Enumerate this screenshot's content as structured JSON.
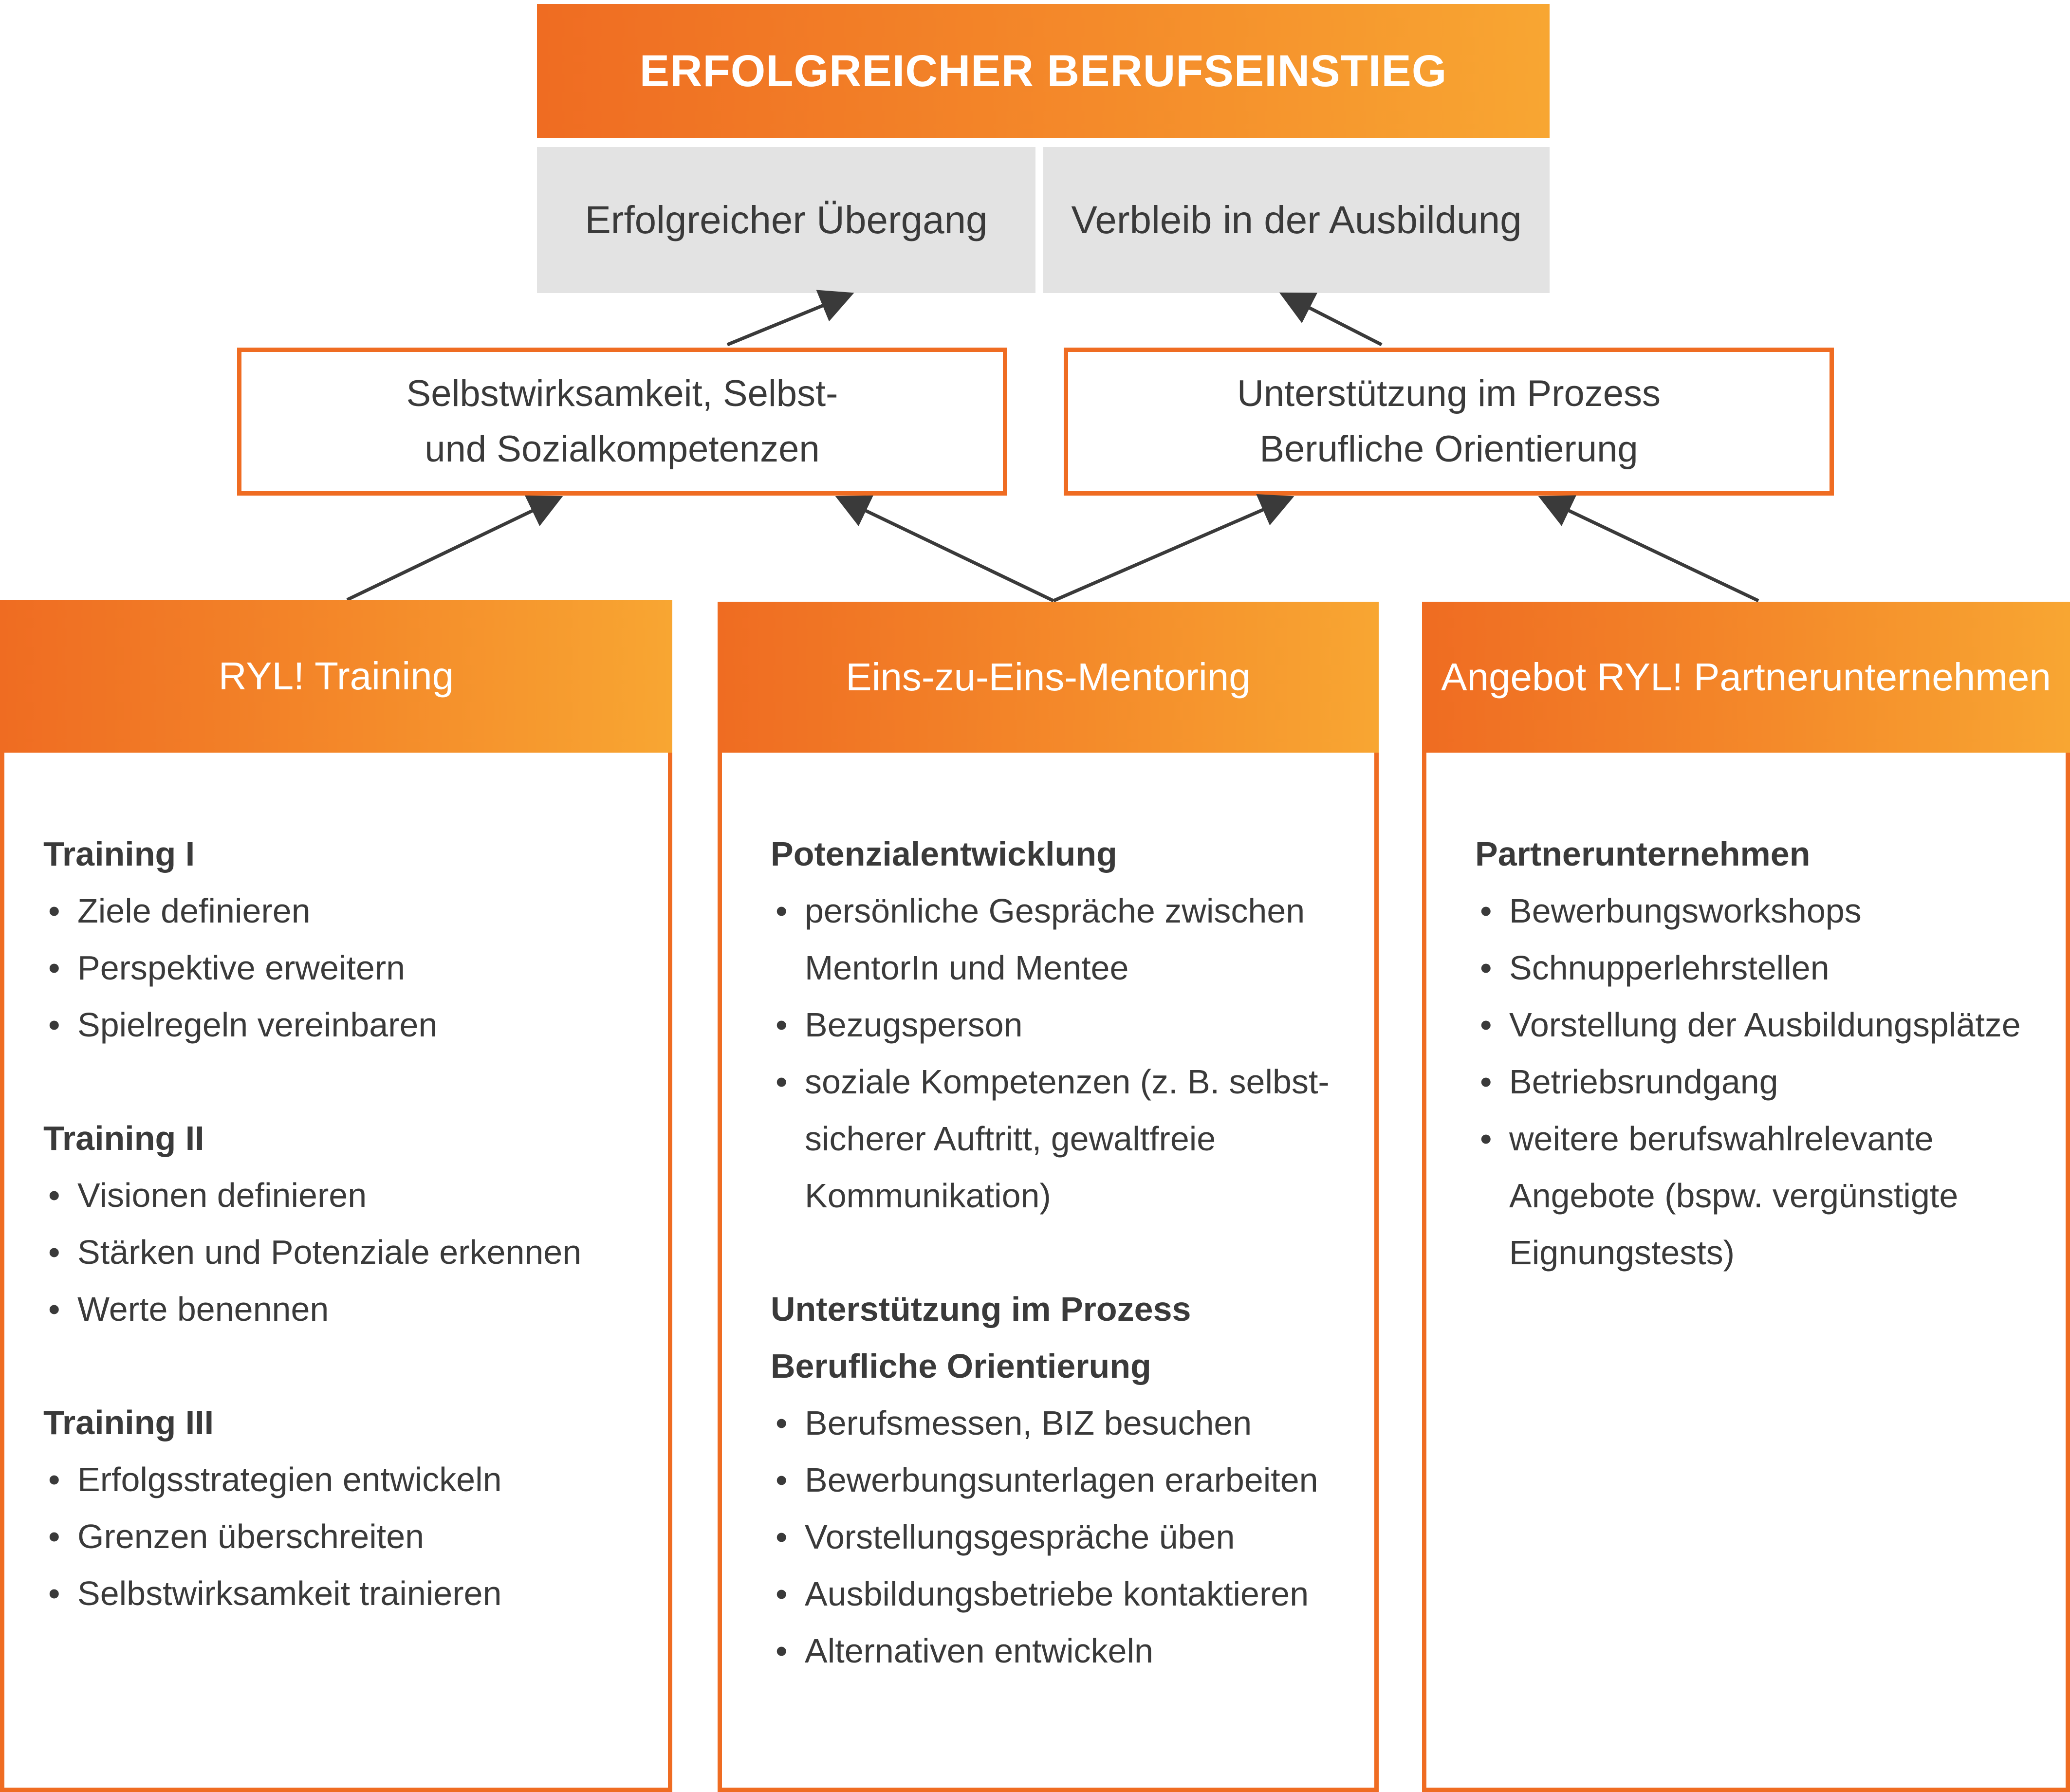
{
  "header": {
    "title": "ERFOLGREICHER BERUFSEINSTIEG"
  },
  "outcomes": [
    "Erfolgreicher Übergang",
    "Verbleib in der Ausbildung"
  ],
  "intermediate": [
    {
      "line1": "Selbstwirksamkeit, Selbst-",
      "line2": "und Sozialkompetenzen"
    },
    {
      "line1": "Unterstützung im Prozess",
      "line2": "Berufliche Orientierung"
    }
  ],
  "columns": [
    {
      "title": "RYL! Training",
      "sections": [
        {
          "title": "Training I",
          "items": [
            "Ziele definieren",
            "Perspektive erweitern",
            "Spielregeln vereinbaren"
          ]
        },
        {
          "title": "Training II",
          "items": [
            "Visionen definieren",
            "Stärken und Potenziale erkennen",
            "Werte benennen"
          ]
        },
        {
          "title": "Training III",
          "items": [
            "Erfolgsstrategien entwickeln",
            "Grenzen überschreiten",
            "Selbstwirksamkeit trainieren"
          ]
        }
      ]
    },
    {
      "title": "Eins-zu-Eins-Mentoring",
      "sections": [
        {
          "title": "Potenzialentwicklung",
          "items": [
            "persönliche Gespräche zwischen|MentorIn und Mentee",
            "Bezugsperson",
            "soziale Kompetenzen (z. B. selbst-|sicherer Auftritt, gewaltfreie|Kommunikation)"
          ]
        },
        {
          "title": "Unterstützung im Prozess|Berufliche Orientierung",
          "items": [
            "Berufsmessen, BIZ besuchen",
            "Bewerbungsunterlagen erarbeiten",
            "Vorstellungsgespräche üben",
            "Ausbildungsbetriebe kontaktieren",
            "Alternativen entwickeln"
          ]
        }
      ]
    },
    {
      "title": "Angebot RYL! Partnerunternehmen",
      "sections": [
        {
          "title": "Partnerunternehmen",
          "items": [
            "Bewerbungsworkshops",
            "Schnupperlehrstellen",
            "Vorstellung der Ausbildungsplätze",
            "Betriebsrundgang",
            "weitere berufswahlrelevante|Angebote (bspw. vergünstigte|Eignungstests)"
          ]
        }
      ]
    }
  ],
  "colors": {
    "accent_start": "#ef6c22",
    "accent_end": "#f8a632",
    "outcome_bg": "#e3e3e3",
    "arrow": "#3a3a3a",
    "text": "#3a3a3a"
  }
}
